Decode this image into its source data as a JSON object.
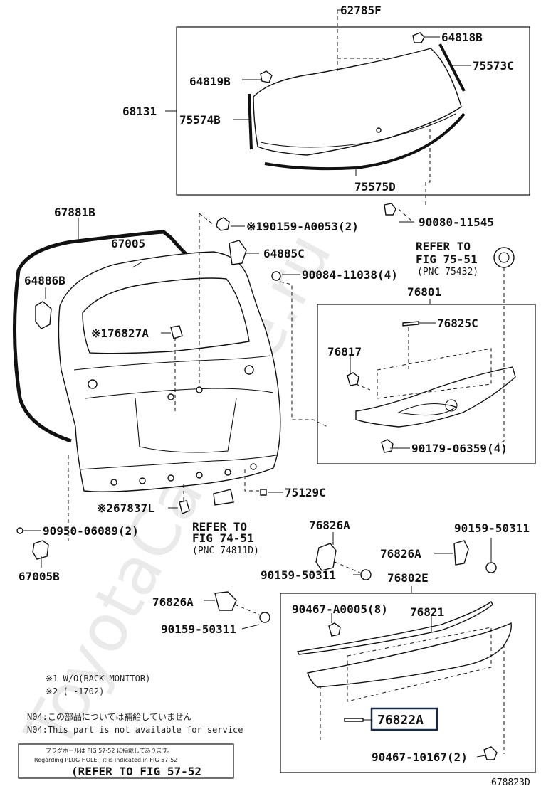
{
  "watermark": "ToyotaCarMine.ru",
  "labels": {
    "p62785F": "62785F",
    "p64818B": "64818B",
    "p75573C": "75573C",
    "p64819B": "64819B",
    "p68131": "68131",
    "p75574B": "75574B",
    "p75575D": "75575D",
    "p67881B": "67881B",
    "p90159A0053": "※190159-A0053(2)",
    "p90080": "90080-11545",
    "p67005": "67005",
    "p64885C": "64885C",
    "refer7551a": "REFER TO",
    "refer7551b": "FIG 75-51",
    "refer7551c": "(PNC 75432)",
    "p64886B": "64886B",
    "p90084": "90084-11038(4)",
    "p76801": "76801",
    "p76827A": "※176827A",
    "p76825C": "76825C",
    "p76817": "76817",
    "p90179": "90179-06359(4)",
    "p75129C": "75129C",
    "p67837L": "※267837L",
    "refer7451a": "REFER TO",
    "refer7451b": "FIG 74-51",
    "refer7451c": "(PNC 74811D)",
    "p90950": "90950-06089(2)",
    "p67005B": "67005B",
    "p76826A_1": "76826A",
    "p90159_50311_1": "90159-50311",
    "p76826A_2": "76826A",
    "p90159_50311_2": "90159-50311",
    "p76802E": "76802E",
    "p76826A_3": "76826A",
    "p90159_50311_3": "90159-50311",
    "p90467A": "90467-A0005(8)",
    "p76821": "76821",
    "p76822A": "76822A",
    "p90467_10167": "90467-10167(2)"
  },
  "notes": {
    "n1": "※1 W/O(BACK MONITOR)",
    "n2": "※2 (     -1702)",
    "n04jp": "N04:この部品については補給していません",
    "n04en": "N04:This part is not available for service",
    "plugjp": "プラグホールは FIG 57-52 に掲載してあります。",
    "plugen": "Regarding PLUG HOLE , it is indicated in FIG 57-52",
    "plugref": "(REFER TO FIG 57-52"
  },
  "figure_id": "678823D"
}
